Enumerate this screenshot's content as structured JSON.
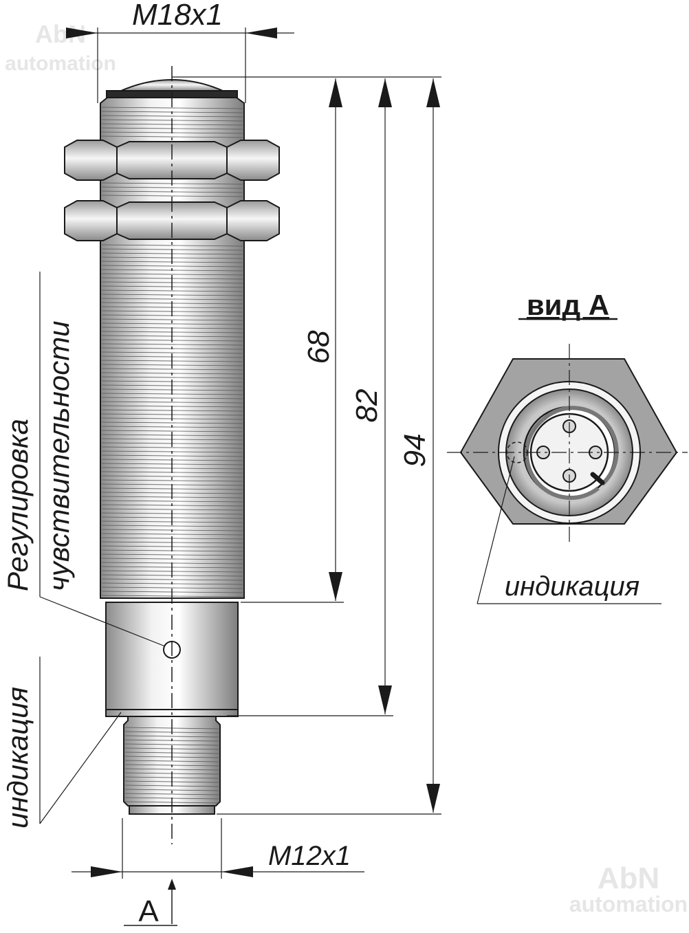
{
  "watermark": {
    "brand": "AbN",
    "sub": "automation"
  },
  "dimensions": {
    "top_thread": "M18x1",
    "bottom_thread": "M12x1",
    "length_body": "68",
    "length_mid": "82",
    "length_total": "94"
  },
  "labels": {
    "sensitivity_line1": "Регулировка",
    "sensitivity_line2": "чувствительности",
    "indication_left": "индикация",
    "indication_right": "индикация",
    "view_marker": "A",
    "view_title": "вид А"
  },
  "colors": {
    "outline": "#1a1a1a",
    "metal_dark": "#8c8c8c",
    "metal_light": "#f4f4f4",
    "ring_gray": "#9a9a9a"
  }
}
